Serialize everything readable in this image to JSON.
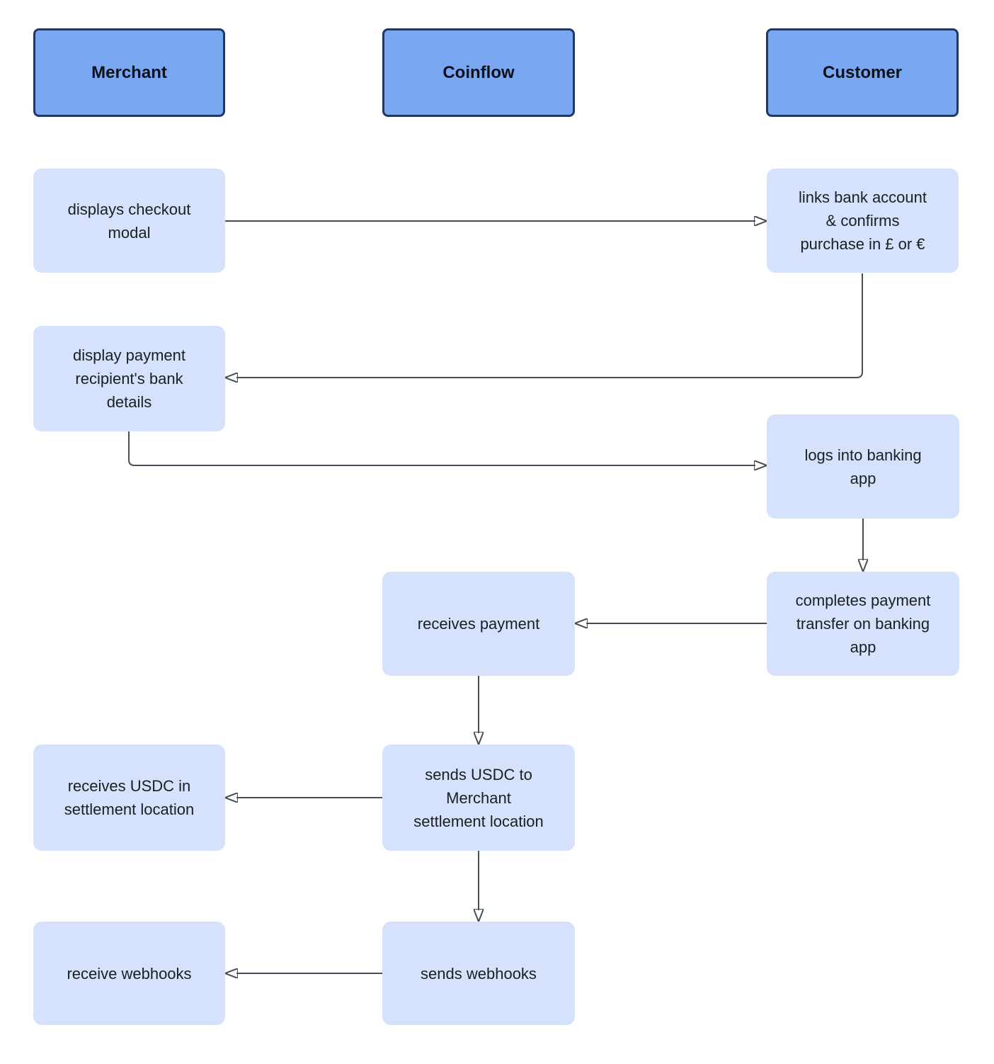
{
  "diagram": {
    "lanes": [
      {
        "id": "merchant",
        "label": "Merchant"
      },
      {
        "id": "coinflow",
        "label": "Coinflow"
      },
      {
        "id": "customer",
        "label": "Customer"
      }
    ],
    "nodes": [
      {
        "id": "displays-checkout-modal",
        "lane": "merchant",
        "label": "displays checkout\nmodal"
      },
      {
        "id": "links-bank-account",
        "lane": "customer",
        "label": "links bank account\n& confirms\npurchase in £ or €"
      },
      {
        "id": "display-payment-recipients-bank-details",
        "lane": "merchant",
        "label": "display payment\nrecipient's bank\ndetails"
      },
      {
        "id": "logs-into-banking-app",
        "lane": "customer",
        "label": "logs into banking\napp"
      },
      {
        "id": "receives-payment",
        "lane": "coinflow",
        "label": "receives payment"
      },
      {
        "id": "completes-payment-transfer",
        "lane": "customer",
        "label": "completes payment\ntransfer on banking\napp"
      },
      {
        "id": "receives-usdc-in-settlement-location",
        "lane": "merchant",
        "label": "receives USDC in\nsettlement location"
      },
      {
        "id": "sends-usdc-to-merchant-settlement-location",
        "lane": "coinflow",
        "label": "sends USDC to\nMerchant\nsettlement location"
      },
      {
        "id": "receive-webhooks",
        "lane": "merchant",
        "label": "receive webhooks"
      },
      {
        "id": "sends-webhooks",
        "lane": "coinflow",
        "label": "sends webhooks"
      }
    ],
    "edges": [
      {
        "from": "displays-checkout-modal",
        "to": "links-bank-account"
      },
      {
        "from": "links-bank-account",
        "to": "display-payment-recipients-bank-details"
      },
      {
        "from": "display-payment-recipients-bank-details",
        "to": "logs-into-banking-app"
      },
      {
        "from": "logs-into-banking-app",
        "to": "completes-payment-transfer"
      },
      {
        "from": "completes-payment-transfer",
        "to": "receives-payment"
      },
      {
        "from": "receives-payment",
        "to": "sends-usdc-to-merchant-settlement-location"
      },
      {
        "from": "sends-usdc-to-merchant-settlement-location",
        "to": "receives-usdc-in-settlement-location"
      },
      {
        "from": "sends-usdc-to-merchant-settlement-location",
        "to": "sends-webhooks"
      },
      {
        "from": "sends-webhooks",
        "to": "receive-webhooks"
      }
    ],
    "colors": {
      "lane_header_fill": "#79a7f2",
      "lane_header_border": "#1f3864",
      "node_fill": "#d6e2fb",
      "edge_line": "#454f59",
      "text": "#1b1f24",
      "background": "#ffffff"
    }
  }
}
